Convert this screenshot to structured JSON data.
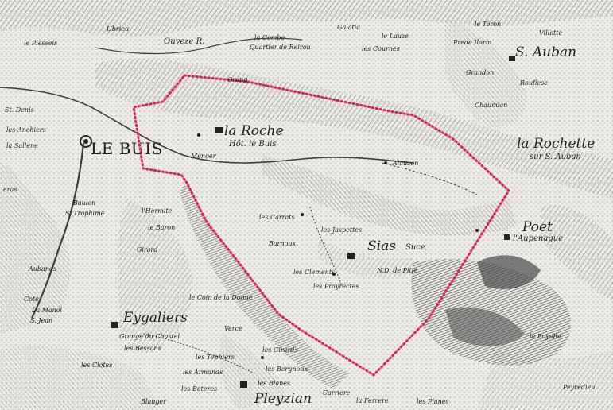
{
  "map": {
    "colors": {
      "paper": "#ecebe6",
      "ink": "#1c1c1c",
      "hatch": "#5b5b5b",
      "boundary": "#d6245c"
    },
    "places": {
      "le_buis": "LE BUIS",
      "la_roche": "la Roche",
      "la_roche_sub": "Hôt. le Buis",
      "la_rochette": "la Rochette",
      "la_rochette_sub": "sur S. Auban",
      "st_auban": "S. Auban",
      "sias": "Sias",
      "sias_sub": "Suce",
      "eygaliers": "Eygaliers",
      "pleyzian": "Pleyzian",
      "poet": "Poet",
      "poet_sub": "l'Aupenague"
    },
    "labels": {
      "l01": "le Plesseis",
      "l02": "Ubrieu",
      "l03": "Ouveze R.",
      "l04": "la Combe",
      "l05": "Quartier de Reirou",
      "l06": "Galatia",
      "l07": "le Lauze",
      "l08": "les Cournes",
      "l09": "le Toron",
      "l10": "Prede Ilorm",
      "l11": "Villette",
      "l12": "Grandon",
      "l13": "Roufiese",
      "l14": "Chaumian",
      "l15": "Orang",
      "l16": "Menoer",
      "l17": "Alauzon",
      "l18": "St. Denis",
      "l19": "les Anchiers",
      "l20": "la Sallene",
      "l21": "eras",
      "l22": "Baulon",
      "l23": "S. Trophime",
      "l24": "l'Hermite",
      "l25": "le Baron",
      "l26": "Girard",
      "l27": "les Carrats",
      "l28": "Barnoux",
      "l29": "les Jaspettes",
      "l30": "les Clements",
      "l31": "N.D. de Pitie",
      "l32": "les Prayrectes",
      "l33": "Aubanas",
      "l34": "Cote",
      "l35": "La Manol",
      "l36": "S. Jean",
      "l37": "le Coin de la Donne",
      "l38": "Verce",
      "l39": "Grange du Chastel",
      "l40": "les Bessans",
      "l41": "les Clotes",
      "l42": "les Tephiers",
      "l43": "les Armands",
      "l44": "les Beteres",
      "l45": "les Girards",
      "l46": "les Bergnoux",
      "l47": "les Blanes",
      "l48": "Carriere",
      "l49": "la Ferrere",
      "l50": "les Planes",
      "l51": "Blanger",
      "l52": "la Bayelle",
      "l53": "Peyredieu"
    },
    "icons": {
      "town_le_buis": "town-circle-icon",
      "chapel": "chapel-icon",
      "hamlet": "hamlet-dot-icon"
    }
  }
}
